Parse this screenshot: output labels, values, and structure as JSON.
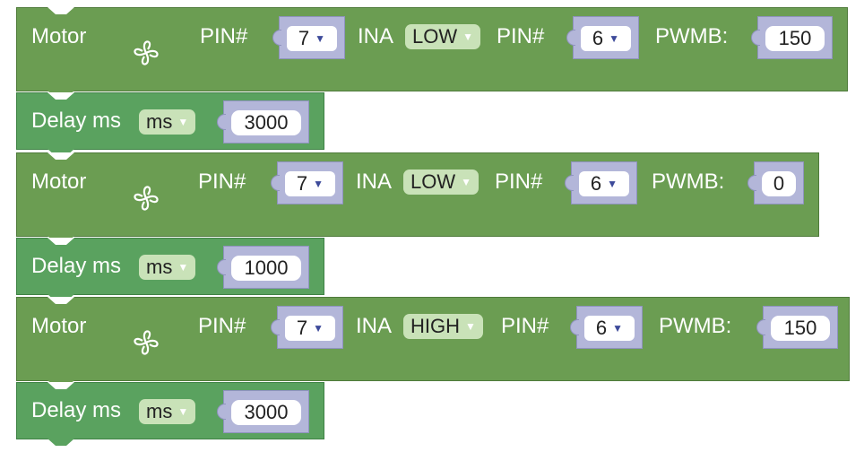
{
  "labels": {
    "motor": "Motor",
    "pin": "PIN#",
    "ina": "INA",
    "pwmb": "PWMB:",
    "delay": "Delay ms"
  },
  "caret": "▼",
  "icon_name": "fan-icon",
  "blocks": [
    {
      "type": "motor",
      "pin_a": "7",
      "ina": "LOW",
      "pin_b": "6",
      "pwmb": "150"
    },
    {
      "type": "delay",
      "unit": "ms",
      "value": "3000"
    },
    {
      "type": "motor",
      "pin_a": "7",
      "ina": "LOW",
      "pin_b": "6",
      "pwmb": "0"
    },
    {
      "type": "delay",
      "unit": "ms",
      "value": "1000"
    },
    {
      "type": "motor",
      "pin_a": "7",
      "ina": "HIGH",
      "pin_b": "6",
      "pwmb": "150"
    },
    {
      "type": "delay",
      "unit": "ms",
      "value": "3000"
    }
  ],
  "colors": {
    "motor_block": "#6b9d52",
    "delay_block": "#5aa25f",
    "socket": "#b3b6d9",
    "dropdown_pill": "#c9e2b8"
  }
}
